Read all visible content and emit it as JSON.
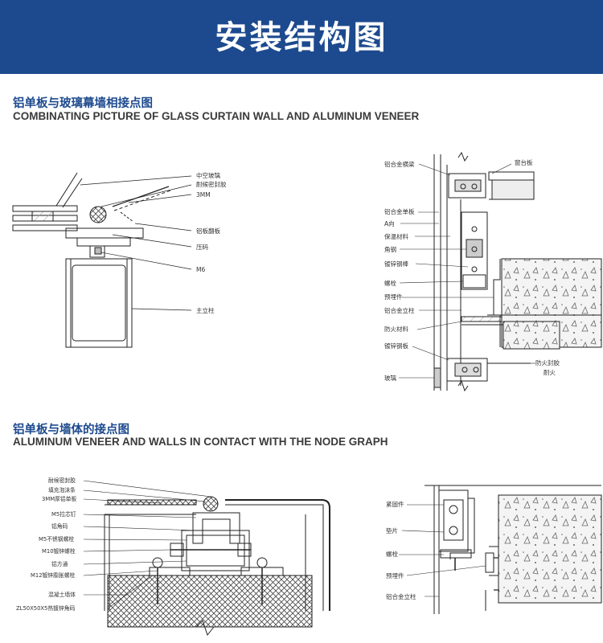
{
  "header": {
    "title": "安装结构图",
    "color": "#1d4a8e"
  },
  "section1": {
    "title_cn": "铝单板与玻璃幕墙相接点图",
    "title_en": "COMBINATING PICTURE OF GLASS CURTAIN WALL AND ALUMINUM VENEER",
    "left_labels": [
      "中空玻璃",
      "耐候密封胶",
      "3MM",
      "铝板翻板",
      "压码",
      "M6",
      "主立柱"
    ],
    "right_labels_left": [
      "铝合金横梁",
      "铝合金单板",
      "A向",
      "保温材料",
      "角钢",
      "镀锌钢棒",
      "螺栓",
      "预埋件",
      "铝合金立柱",
      "防火材料",
      "镀锌钢板",
      "玻璃"
    ],
    "right_labels_right": [
      "窗台板",
      "防火封胶",
      "耐火"
    ]
  },
  "section2": {
    "title_cn": "铝单板与墙体的接点图",
    "title_en": "ALUMINUM VENEER AND WALLS IN CONTACT WITH THE NODE GRAPH",
    "left_labels": [
      "耐候密封胶",
      "填充泡沫条",
      "3MM厚铝单板",
      "M5拉芯钉",
      "铝角码",
      "M5不锈钢螺栓",
      "M10镀锌螺栓",
      "铝方通",
      "M12镀锌膨胀螺栓",
      "混凝土墙体",
      "ZL50X50X5热镀锌角码"
    ],
    "right_labels": [
      "紧固件",
      "垫片",
      "螺栓",
      "预埋件",
      "铝合金立柱"
    ]
  }
}
